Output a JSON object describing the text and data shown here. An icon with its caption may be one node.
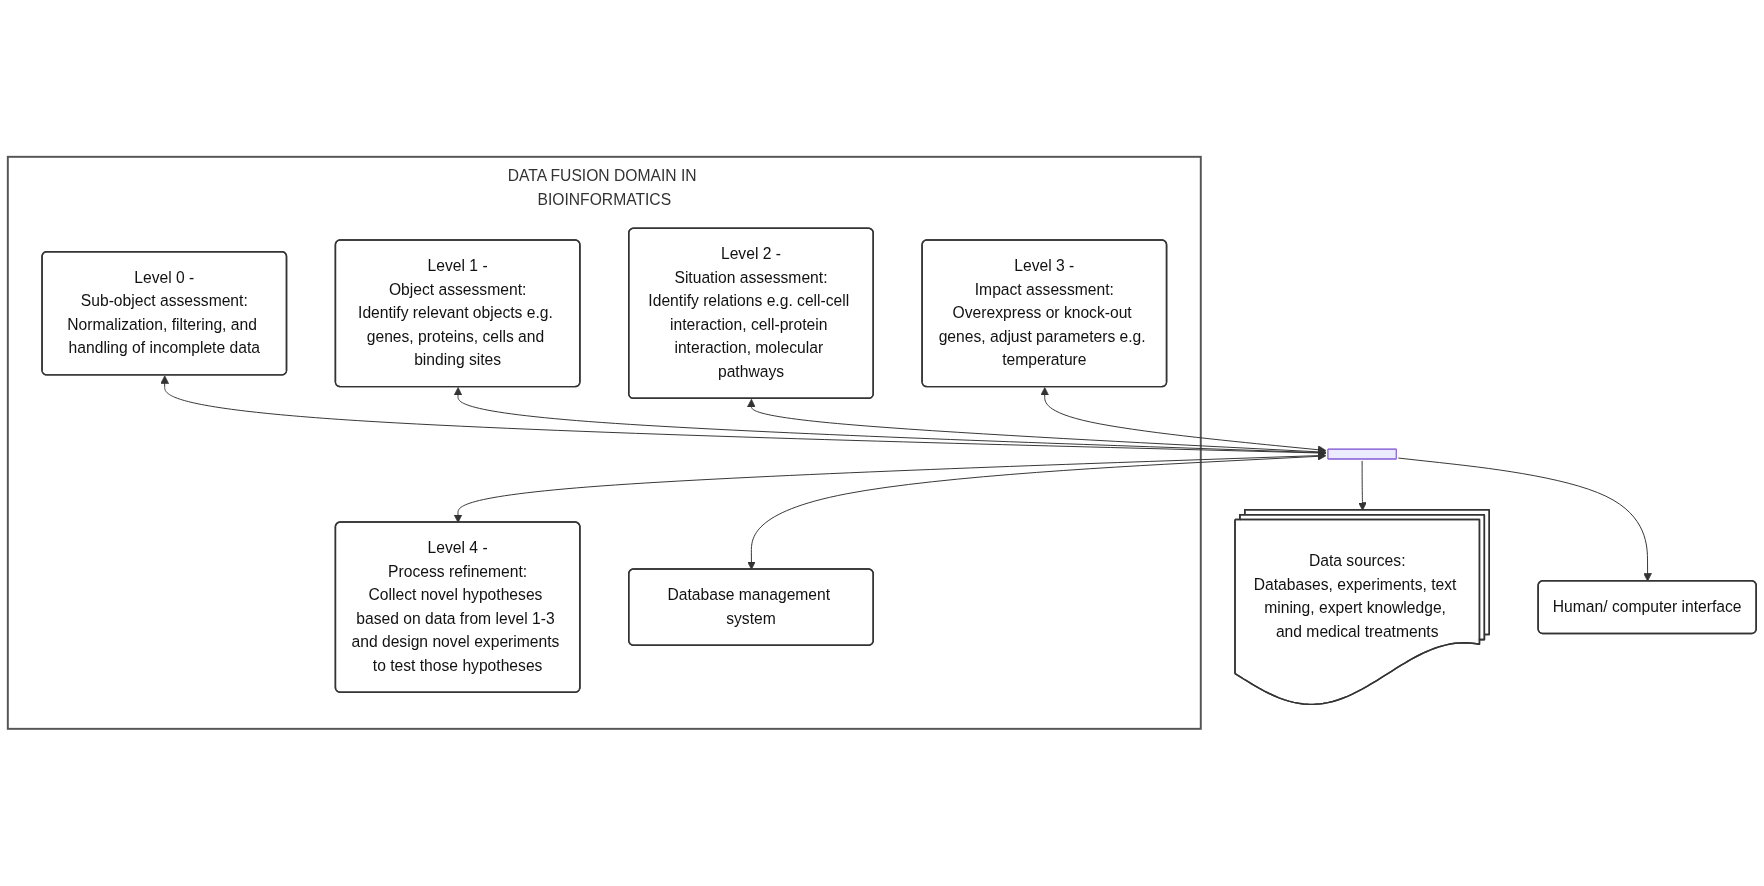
{
  "diagram": {
    "nodes": [
      {
        "text": [
          "DATA FUSION DOMAIN IN BIOINFORMATICS"
        ]
      },
      {
        "text": [
          "Level 0 -",
          "Sub-object assessment:",
          "Normalization, filtering, and handling of incomplete data"
        ],
        "in": 0
      },
      {
        "text": [
          "Level 1 -",
          "Object assessment:",
          "Identify relevant objects e.g. genes, proteins, cells and binding sites"
        ],
        "in": 0
      },
      {
        "text": [
          "Level 2 -",
          "Situation assessment:",
          "Identify relations e.g. cell-cell interaction, cell-protein interaction, molecular pathways"
        ],
        "in": 0
      },
      {
        "text": [
          "Level 3 -",
          "Impact assessment:",
          "Overexpress or knock-out genes, adjust parameters e.g. temperature"
        ],
        "in": 0
      },
      {
        "text": [
          "Data sources:",
          "Databases, experiments, text mining, expert knowledge, and medical treatments"
        ]
      },
      {
        "text": [],
        "shape": "bar"
      },
      {
        "text": [
          "Human/ computer interface"
        ]
      },
      {
        "text": [
          "Level 4 -",
          "Process refinement:",
          "Collect novel hypotheses based on data from level 1-3 and design novel experiments to test those hypotheses"
        ],
        "in": 0
      },
      {
        "text": [
          "Database management system"
        ],
        "in": 0
      }
    ],
    "edges": [
      {
        "from": 1,
        "to": 6,
        "arrow": "both"
      },
      {
        "from": 2,
        "to": 6,
        "arrow": "both"
      },
      {
        "from": 3,
        "to": 6,
        "arrow": "both"
      },
      {
        "from": 4,
        "to": 6,
        "arrow": "both"
      },
      {
        "from": 6,
        "to": 5,
        "arrow": "to"
      },
      {
        "from": 6,
        "to": 7,
        "arrow": "to"
      },
      {
        "from": 6,
        "to": 8,
        "arrow": "both"
      },
      {
        "from": 6,
        "to": 9,
        "arrow": "both"
      }
    ]
  }
}
